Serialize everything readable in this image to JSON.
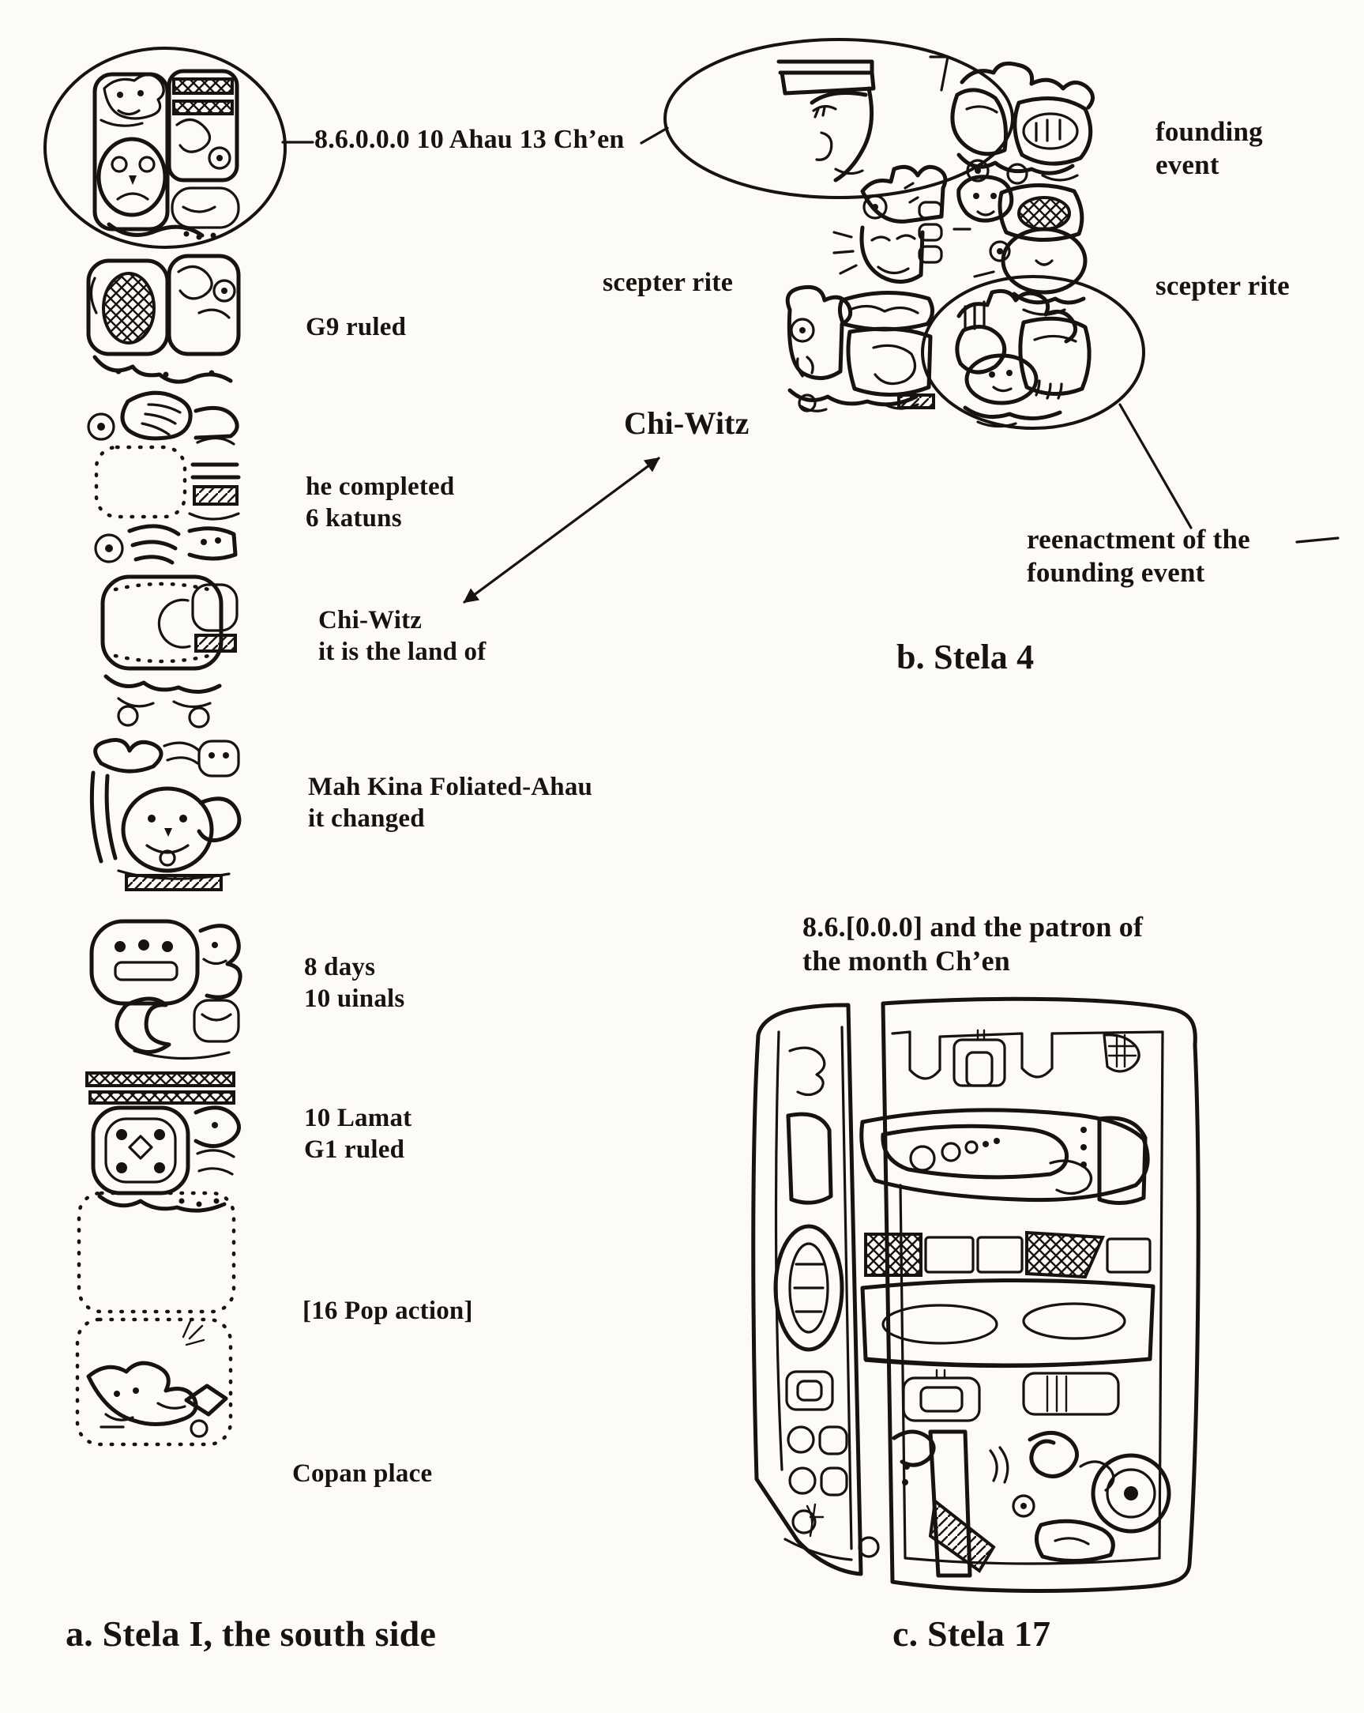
{
  "figure": {
    "ink_color": "#17130e",
    "background_color": "#fcfbf6"
  },
  "panel_a": {
    "caption": "a. Stela I, the south side",
    "date_label": "8.6.0.0.0 10 Ahau 13 Ch’en",
    "annotations": [
      {
        "text": "G9 ruled"
      },
      {
        "text": "he completed\n6 katuns"
      },
      {
        "text": "Chi-Witz\nit is the land of"
      },
      {
        "text": "Mah Kina Foliated-Ahau\nit changed"
      },
      {
        "text": "8 days\n10 uinals"
      },
      {
        "text": "10 Lamat\nG1 ruled"
      },
      {
        "text": "[16 Pop action]"
      },
      {
        "text": "Copan place"
      }
    ]
  },
  "panel_b": {
    "caption": "b. Stela 4",
    "annotations": {
      "founding_event": "founding\nevent",
      "scepter_rite_left": "scepter rite",
      "scepter_rite_right": "scepter rite",
      "chi_witz": "Chi-Witz",
      "reenactment": "reenactment of the\nfounding event"
    }
  },
  "panel_c": {
    "caption": "c. Stela 17",
    "annotations": {
      "patron_label": "8.6.[0.0.0] and the patron of\nthe month Ch’en"
    }
  }
}
